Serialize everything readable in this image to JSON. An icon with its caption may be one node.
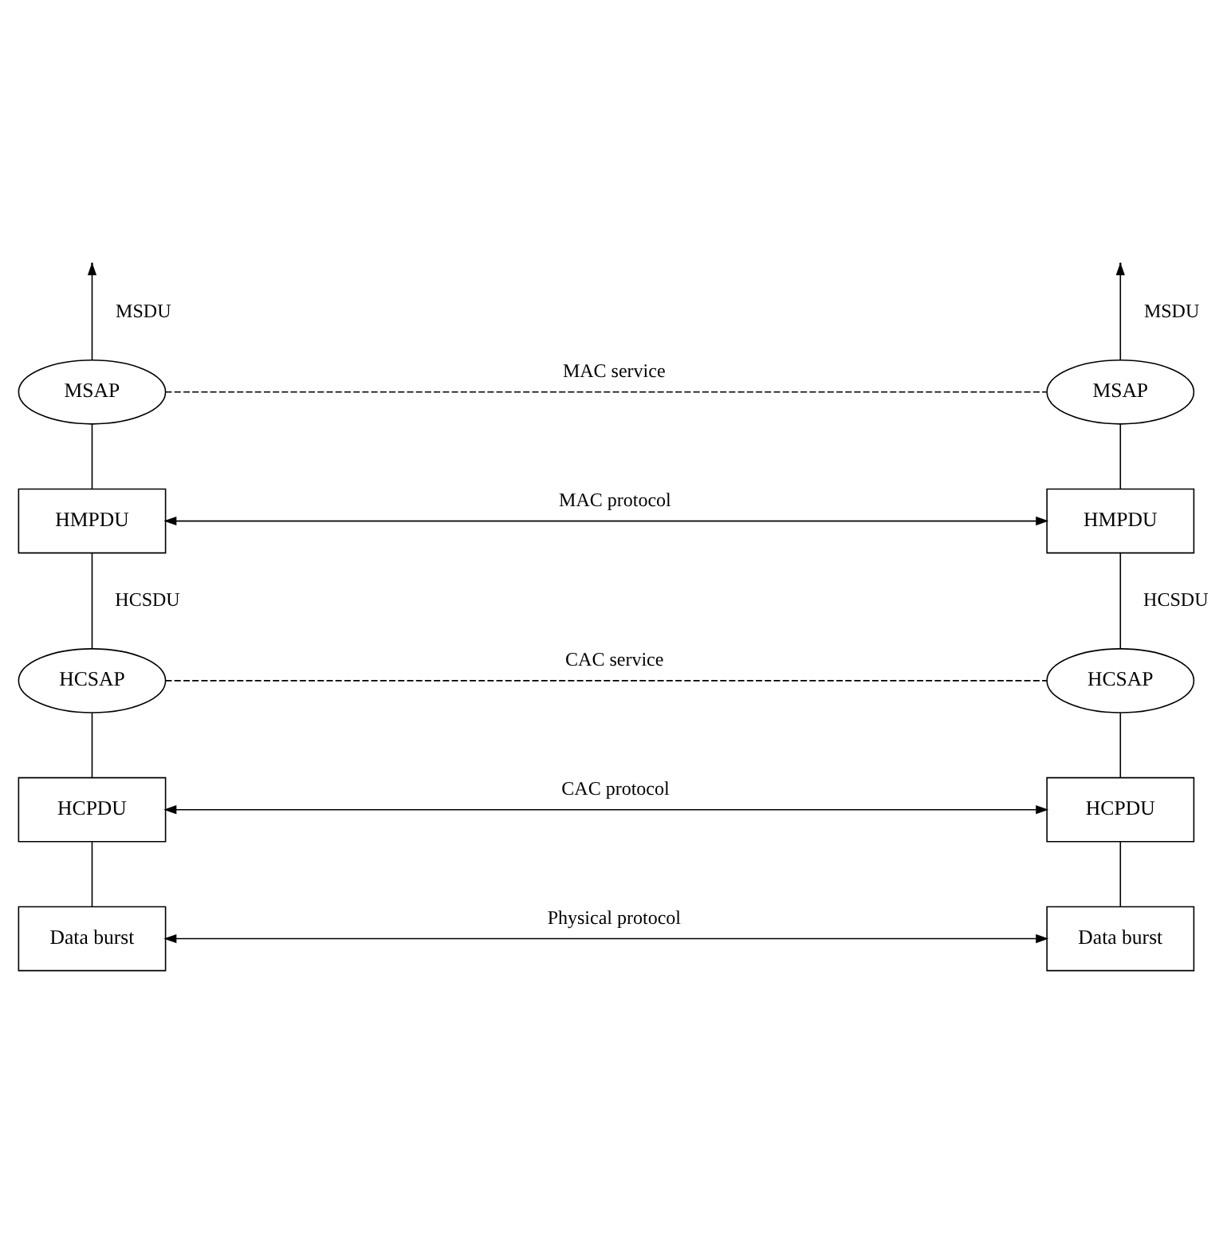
{
  "diagram": {
    "nodes": [
      {
        "text": [
          "MSAP"
        ]
      },
      {
        "text": [
          "MSAP"
        ]
      },
      {
        "text": [
          "HMPDU"
        ]
      },
      {
        "text": [
          "HMPDU"
        ]
      },
      {
        "text": [
          "HCSAP"
        ]
      },
      {
        "text": [
          "HCSAP"
        ]
      },
      {
        "text": [
          "HCPDU"
        ]
      },
      {
        "text": [
          "HCPDU"
        ]
      },
      {
        "text": [
          "Data burst"
        ]
      },
      {
        "text": [
          "Data burst"
        ]
      }
    ],
    "edges": [
      {
        "from": 0,
        "to": null,
        "arrow": "to",
        "label": "MSDU"
      },
      {
        "from": 1,
        "to": null,
        "arrow": "to",
        "label": "MSDU"
      },
      {
        "from": 0,
        "to": 1,
        "arrow": "none",
        "style": "dashed",
        "label": "MAC service"
      },
      {
        "from": 0,
        "to": 2,
        "arrow": "none"
      },
      {
        "from": 1,
        "to": 3,
        "arrow": "none"
      },
      {
        "from": 2,
        "to": 3,
        "arrow": "both",
        "label": "MAC protocol"
      },
      {
        "from": 2,
        "to": 4,
        "arrow": "none",
        "label": "HCSDU"
      },
      {
        "from": 3,
        "to": 5,
        "arrow": "none",
        "label": "HCSDU"
      },
      {
        "from": 4,
        "to": 5,
        "arrow": "none",
        "style": "dashed",
        "label": "CAC service"
      },
      {
        "from": 4,
        "to": 6,
        "arrow": "none"
      },
      {
        "from": 5,
        "to": 7,
        "arrow": "none"
      },
      {
        "from": 6,
        "to": 7,
        "arrow": "both",
        "label": "CAC protocol"
      },
      {
        "from": 6,
        "to": 8,
        "arrow": "none"
      },
      {
        "from": 7,
        "to": 9,
        "arrow": "none"
      },
      {
        "from": 8,
        "to": 9,
        "arrow": "both",
        "label": "Physical protocol"
      }
    ]
  }
}
